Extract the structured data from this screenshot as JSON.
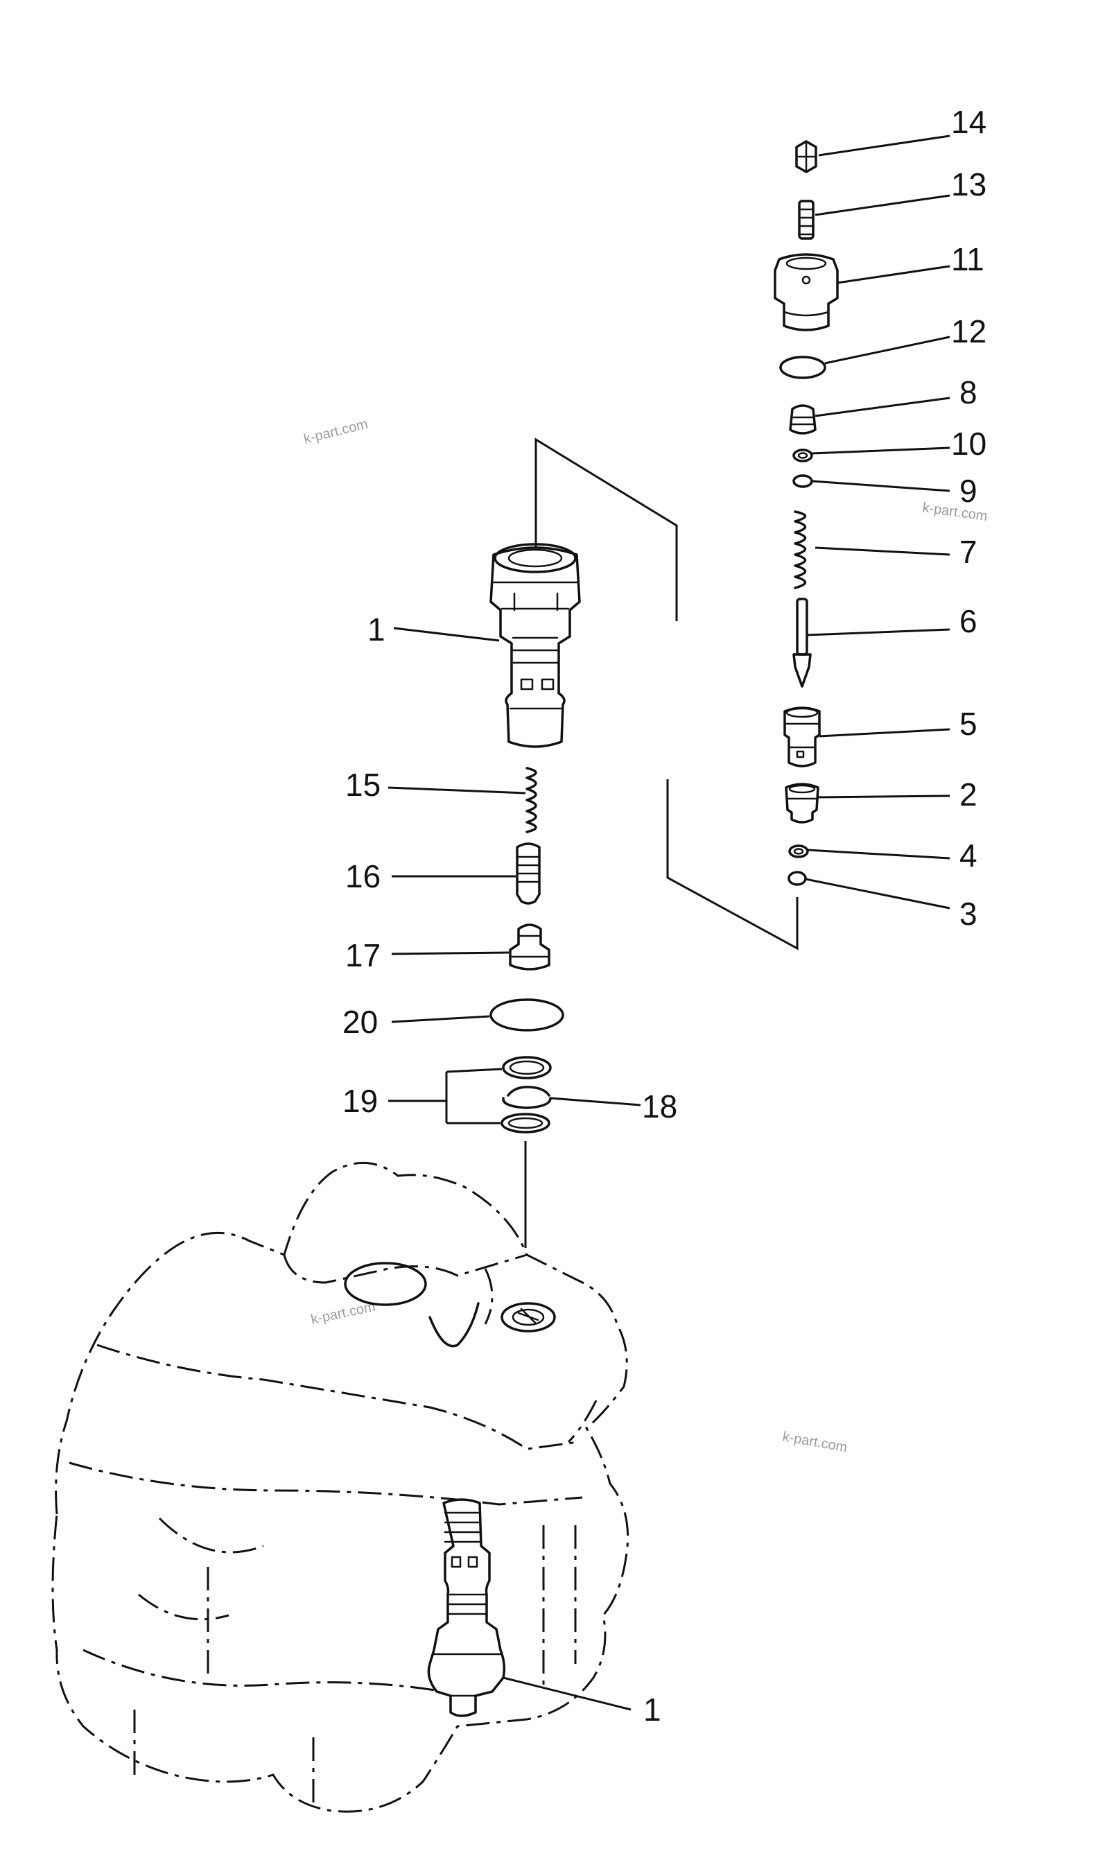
{
  "diagram": {
    "callouts": {
      "c14": "14",
      "c13": "13",
      "c11": "11",
      "c12": "12",
      "c8": "8",
      "c10": "10",
      "c9": "9",
      "c7": "7",
      "c6": "6",
      "c5": "5",
      "c2": "2",
      "c4": "4",
      "c3": "3",
      "c1_upper": "1",
      "c15": "15",
      "c16": "16",
      "c17": "17",
      "c20": "20",
      "c19": "19",
      "c18": "18",
      "c1_lower": "1"
    },
    "watermarks": {
      "w1": "k-part.com",
      "w2": "k-part.com",
      "w3": "k-part.com",
      "w4": "k-part.com"
    }
  }
}
